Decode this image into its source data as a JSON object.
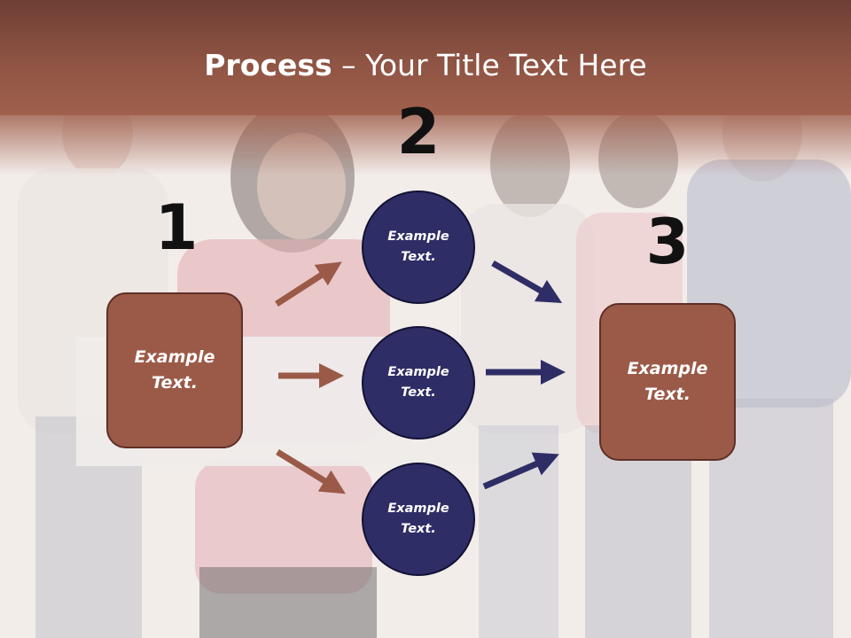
{
  "title": {
    "bold": "Process",
    "rest": " – Your Title Text Here"
  },
  "steps": [
    "1",
    "2",
    "3"
  ],
  "left_box": {
    "text": "Example\nText."
  },
  "circles": [
    {
      "text": "Example\nText."
    },
    {
      "text": "Example\nText."
    },
    {
      "text": "Example\nText."
    }
  ],
  "right_box": {
    "text": "Example\nText."
  },
  "colors": {
    "banner": "#8f5444",
    "box": "#9b5a48",
    "circle": "#2f2d65",
    "arrow_brown": "#9b5a48",
    "arrow_navy": "#2f2d65"
  }
}
